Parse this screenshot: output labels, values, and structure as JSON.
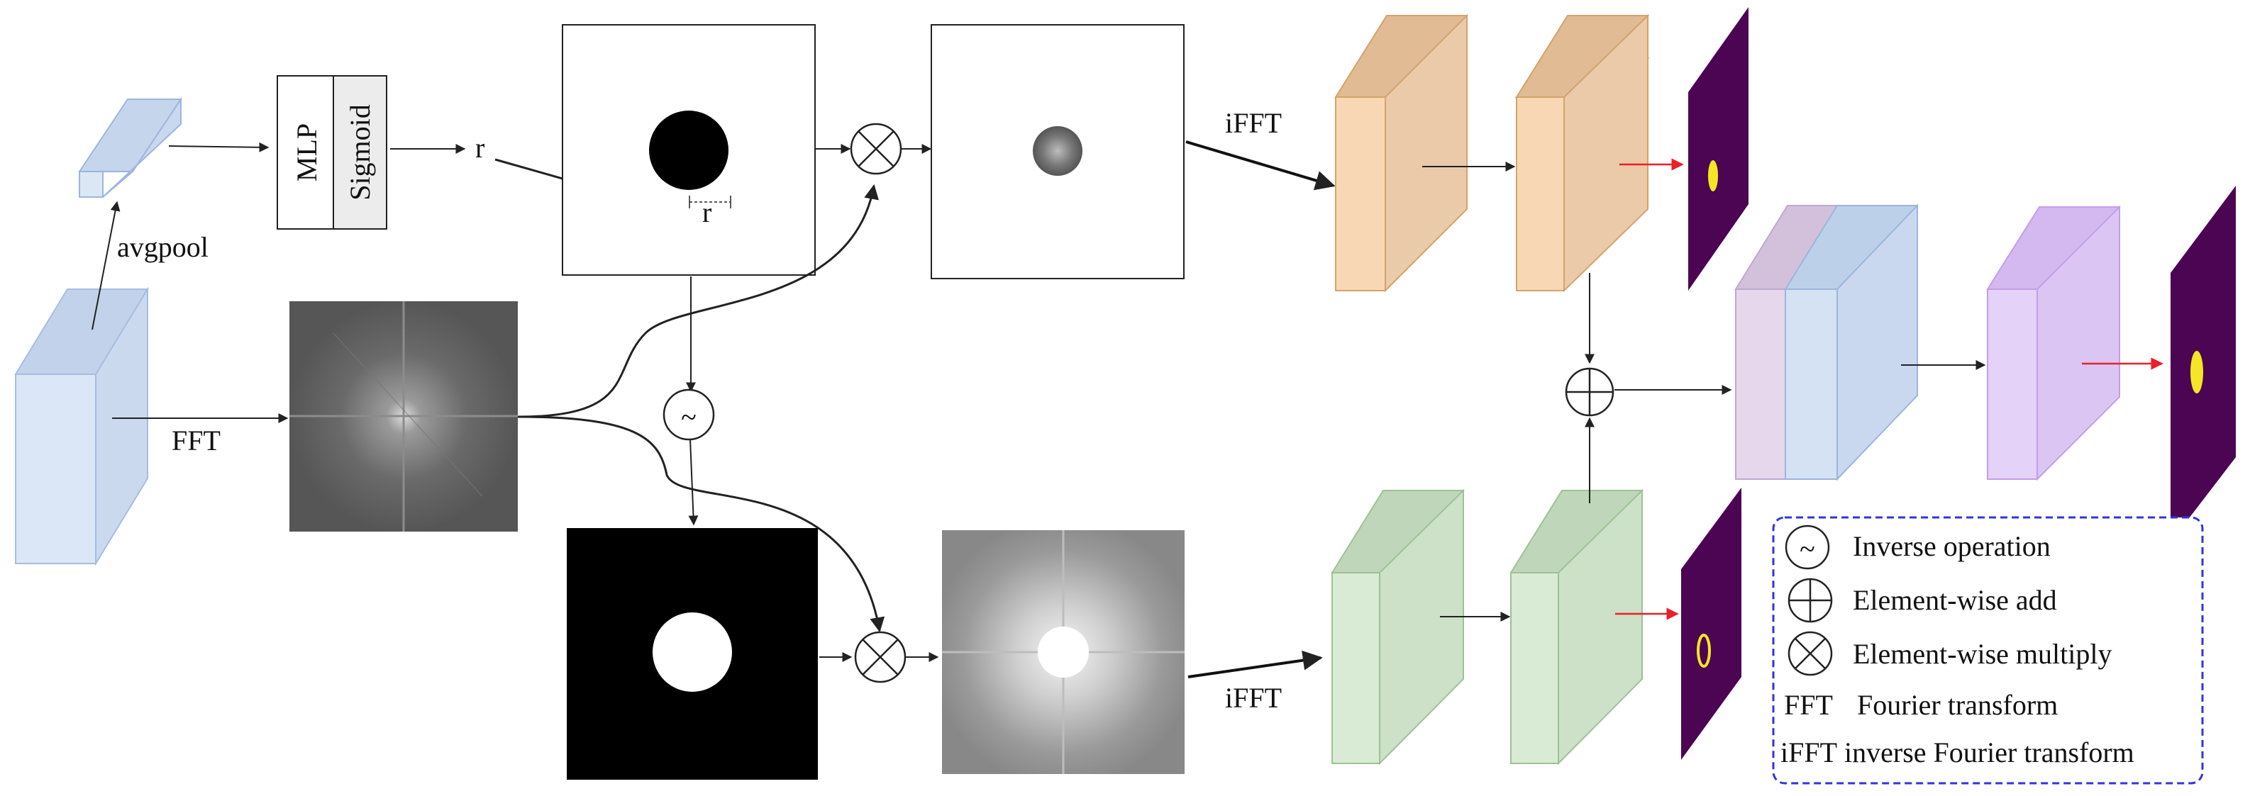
{
  "labels": {
    "avgpool": "avgpool",
    "fft": "FFT",
    "mlp": "MLP",
    "sigmoid": "Sigmoid",
    "r_out": "r",
    "r_radius": "r",
    "ifft_top": "iFFT",
    "ifft_bottom": "iFFT",
    "inverse_symbol": "~"
  },
  "legend": {
    "items": [
      {
        "symbol": "~",
        "text": "Inverse operation"
      },
      {
        "symbol": "add",
        "text": "Element-wise add"
      },
      {
        "symbol": "multiply",
        "text": "Element-wise multiply"
      },
      {
        "abbr": "FFT",
        "text": "Fourier transform"
      },
      {
        "abbr": "iFFT",
        "text": "inverse Fourier transform"
      }
    ]
  },
  "colors": {
    "input_block": "#cfdcef",
    "mlp_box": "#ffffff",
    "sigmoid_box": "#ececec",
    "orange_block": "#eccaa6",
    "green_block": "#cfe2cc",
    "blue_block": "#c8d8ee",
    "pink_block": "#ddd0e6",
    "purple_block": "#d9c2f2",
    "heatmap_bg": "#4b0553",
    "heatmap_blob": "#f5e625",
    "red_arrow": "#e8202a",
    "legend_border": "#3333dd"
  }
}
